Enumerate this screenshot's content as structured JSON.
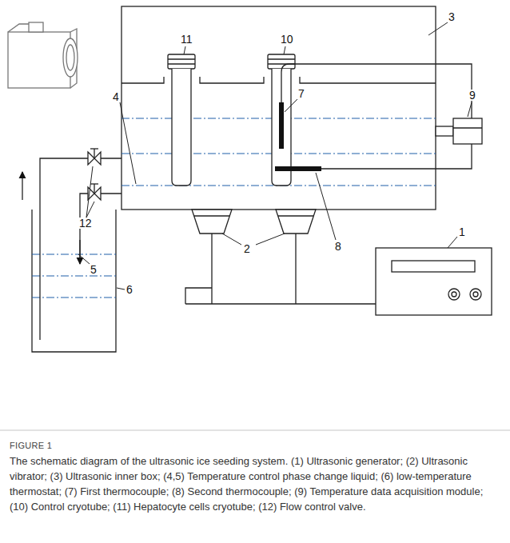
{
  "diagram": {
    "title": "FIGURE 1",
    "caption": "The schematic diagram of the ultrasonic ice seeding system. (1) Ultrasonic generator; (2) Ultrasonic vibrator; (3) Ultrasonic inner box; (4,5) Temperature control phase change liquid; (6) low-temperature thermostat; (7) First thermocouple; (8) Second thermocouple; (9) Temperature data acquisition module; (10) Control cryotube; (11) Hepatocyte cells cryotube; (12) Flow control valve.",
    "labels": [
      "3",
      "11",
      "10",
      "7",
      "9",
      "4",
      "12",
      "5",
      "6",
      "8",
      "2",
      "1"
    ]
  }
}
